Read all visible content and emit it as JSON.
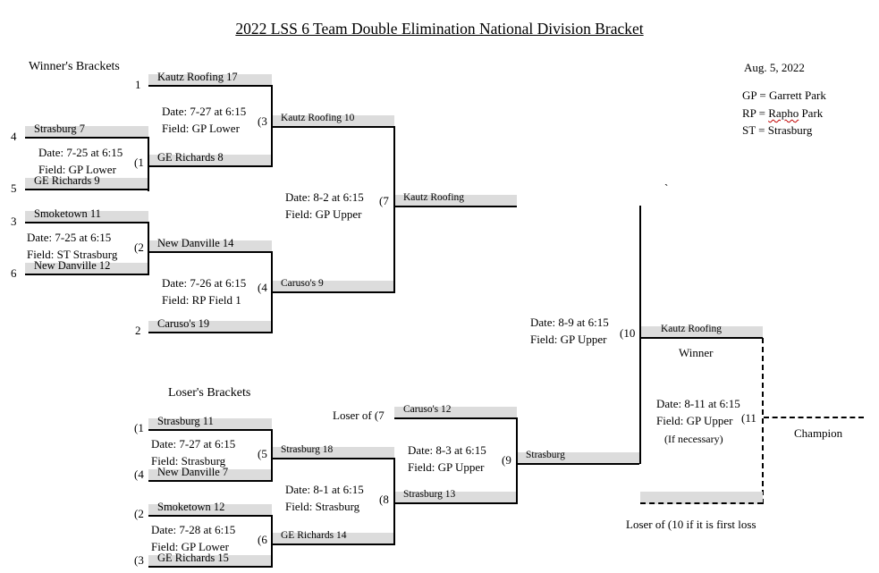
{
  "title": "2022 LSS 6 Team Double Elimination National Division Bracket",
  "date": "Aug. 5, 2022",
  "legend": {
    "gp": "GP = Garrett Park",
    "rp_prefix": "RP = ",
    "rp_name": "Rapho",
    "rp_suffix": " Park",
    "st": "ST = Strasburg"
  },
  "winners_header": "Winner's Brackets",
  "losers_header": "Loser's Brackets",
  "seeds": {
    "s1": "1",
    "s4": "4",
    "s5": "5",
    "s3": "3",
    "s6": "6",
    "s2": "2",
    "l1": "(1",
    "l4": "(4",
    "l2": "(2",
    "l3": "(3"
  },
  "games": {
    "g1": "(1",
    "g2": "(2",
    "g3": "(3",
    "g4": "(4",
    "g5": "(5",
    "g6": "(6",
    "g7": "(7",
    "g8": "(8",
    "g9": "(9",
    "g10": "(10",
    "g11": "(11"
  },
  "slots": {
    "w_kautz": "Kautz Roofing   17",
    "w_strasburg": "Strasburg   7",
    "w_gerichards1": "GE Richards   8",
    "w_gerichards2": "GE Richards   9",
    "w_smoketown": "Smoketown   11",
    "w_newdanville1": "New Danville   14",
    "w_newdanville2": "New Danville   12",
    "w_carusos": "Caruso's   19",
    "w_kautz3": "Kautz Roofing   10",
    "w_carusos4": "Caruso's   9",
    "w_kautz7": "Kautz Roofing",
    "w_kautz10": "Kautz Roofing",
    "l_strasburg1": "Strasburg   11",
    "l_newdanville": "New Danville   7",
    "l_smoketown": "Smoketown   12",
    "l_gerichards": "GE Richards   15",
    "l_strasburg5": "Strasburg   18",
    "l_gerichards6": "GE Richards   14",
    "l_carusos": "Caruso's   12",
    "l_strasburg8": "Strasburg   13",
    "l_strasburg9": "Strasburg"
  },
  "info": {
    "g1_date": "Date: 7-25 at 6:15",
    "g1_field": "Field: GP Lower",
    "g2_date": "Date: 7-25 at 6:15",
    "g2_field": "Field: ST Strasburg",
    "g3_date": "Date: 7-27 at 6:15",
    "g3_field": "Field: GP Lower",
    "g4_date": "Date: 7-26 at 6:15",
    "g4_field": "Field: RP Field 1",
    "g7_date": "Date: 8-2 at 6:15",
    "g7_field": "Field: GP Upper",
    "g10_date": "Date: 8-9 at 6:15",
    "g10_field": "Field: GP Upper",
    "g5_date": "Date: 7-27 at 6:15",
    "g5_field": "Field:  Strasburg",
    "g6_date": "Date: 7-28 at 6:15",
    "g6_field": "Field: GP Lower",
    "g8_date": "Date: 8-1 at 6:15",
    "g8_field": "Field:  Strasburg",
    "g9_date": "Date: 8-3 at 6:15",
    "g9_field": "Field: GP Upper",
    "g11_date": "Date: 8-11 at 6:15",
    "g11_field": "Field: GP Upper",
    "g11_note": "(If necessary)"
  },
  "loser_of_7": "Loser of (7",
  "winner_label": "Winner",
  "champion_label": "Champion",
  "loser_of_10": "Loser of (10 if it is first loss",
  "stray_mark": "`"
}
